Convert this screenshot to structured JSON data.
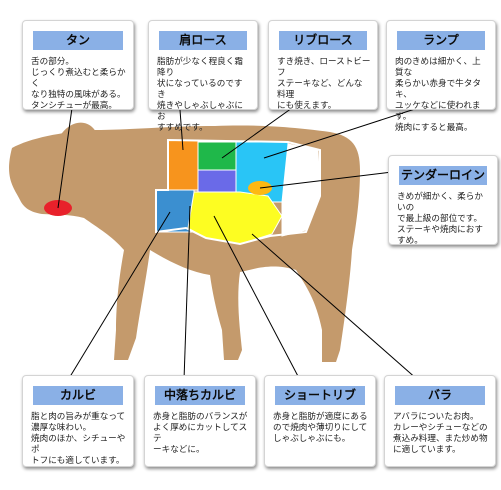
{
  "cards": [
    {
      "id": "tan",
      "title": "タン",
      "body": "舌の部分。\nじっくり煮込むと柔らかく\nなり独特の風味がある。\nタンシチューが最高。"
    },
    {
      "id": "kata",
      "title": "肩ロース",
      "body": "脂肪が少なく程良く霜降り\n状になっているのですき\n焼きやしゃぶしゃぶにお\nすすめです。"
    },
    {
      "id": "rib",
      "title": "リブロース",
      "body": "すき焼き、ローストビーフ\nステーキなど、どんな料理\nにも使えます。"
    },
    {
      "id": "rump",
      "title": "ランプ",
      "body": "肉のきめは細かく、上質な\n柔らかい赤身で牛タタキ、\nユッケなどに使われます。\n焼肉にすると最高。"
    },
    {
      "id": "tender",
      "title": "テンダーロイン",
      "body": "きめが細かく、柔らかいの\nで最上級の部位です。\nステーキや焼肉におすすめ。"
    },
    {
      "id": "karubi",
      "title": "カルビ",
      "body": "脂と肉の旨みが重なって\n濃厚な味わい。\n焼肉のほか、シチューやポ\nトフにも適しています。"
    },
    {
      "id": "nakaochi",
      "title": "中落ちカルビ",
      "body": "赤身と脂肪のバランスが\nよく厚めにカットしてステ\nーキなどに。"
    },
    {
      "id": "short",
      "title": "ショートリブ",
      "body": "赤身と脂肪が適度にある\nので焼肉や薄切りにして\nしゃぶしゃぶにも。"
    },
    {
      "id": "bara",
      "title": "バラ",
      "body": "アバラについたお肉。\nカレーやシチューなどの\n煮込み料理、また炒め物\nに適しています。"
    }
  ],
  "colors": {
    "cow": "#c49a6c",
    "tan": "#e8212b",
    "kata": "#f7941d",
    "rib": "#1fb84a",
    "rump": "#29c5f6",
    "tender": "#fdb813",
    "karubi": "#3b8fd0",
    "nakaochi": "#6a6ae8",
    "short": "#fdfd22",
    "bara": "#ffffff",
    "title_bg": "#8ab0e6"
  }
}
